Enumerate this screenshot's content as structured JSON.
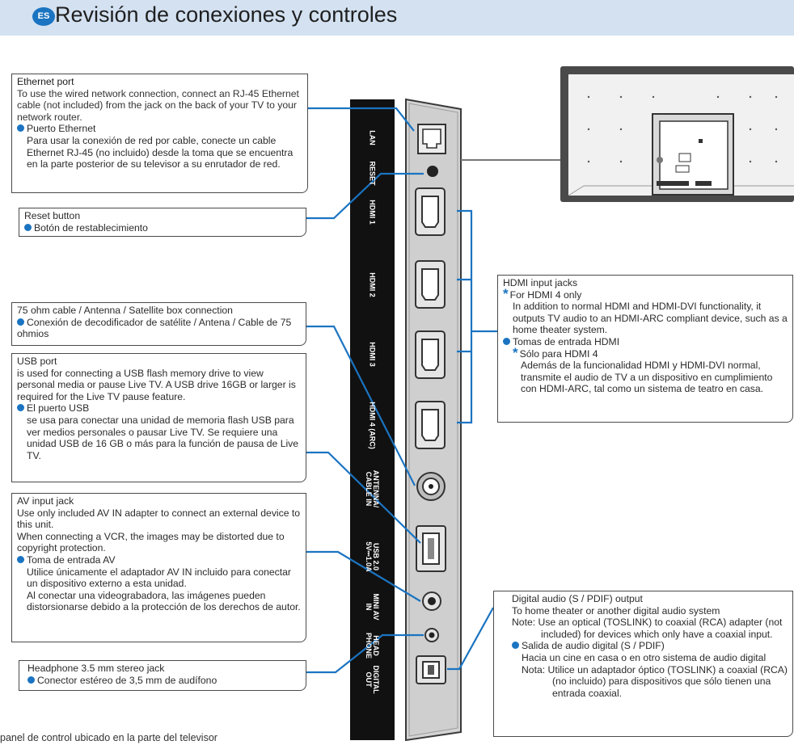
{
  "header": {
    "badge": "ES",
    "title": "Revisión de conexiones y controles"
  },
  "boxes": {
    "ethernet": {
      "head_en": "Ethernet port",
      "body_en": "To use the wired network connection, connect an RJ-45 Ethernet cable (not included) from the jack on the back of your TV to your network router.",
      "head_es": "Puerto Ethernet",
      "body_es": "Para usar la conexión de red por cable, conecte un cable Ethernet RJ-45 (no incluido) desde la toma que se encuentra en la parte posterior de su televisor a su enrutador de red."
    },
    "reset": {
      "head_en": "Reset button",
      "head_es": "Botón de restablecimiento"
    },
    "antenna": {
      "head_en": "75 ohm cable / Antenna / Satellite box connection",
      "head_es": "Conexión de decodificador de satélite / Antena / Cable de 75 ohmios"
    },
    "usb": {
      "head_en": "USB port",
      "body_en": "is used for connecting a USB flash memory drive to view personal media or pause Live TV. A USB drive 16GB or larger is required for the Live TV pause feature.",
      "head_es": "El puerto USB",
      "body_es": "se usa para conectar una unidad de memoria flash USB para ver medios personales o pausar Live TV. Se requiere una unidad USB de 16 GB o más para la función de pausa de Live TV."
    },
    "av": {
      "head_en": "AV input jack",
      "body_en_1": "Use only included AV IN adapter to connect an external device to this unit.",
      "body_en_2": "When connecting a VCR, the images may be distorted due to copyright protection.",
      "head_es": "Toma de entrada AV",
      "body_es_1": "Utilice únicamente el adaptador AV IN incluido para conectar un dispositivo externo a esta unidad.",
      "body_es_2": "Al conectar una videograbadora, las imágenes pueden distorsionarse debido a la protección de los derechos de autor."
    },
    "headphone": {
      "head_en": "Headphone 3.5 mm stereo jack",
      "head_es": "Conector estéreo de 3,5 mm de audífono"
    },
    "hdmi": {
      "head_en": "HDMI input jacks",
      "sub_en": "For HDMI 4 only",
      "body_en": "In addition to normal HDMI and HDMI-DVI functionality, it outputs TV audio to an HDMI-ARC compliant device, such as a home theater system.",
      "head_es": "Tomas de entrada HDMI",
      "sub_es": "Sólo para HDMI 4",
      "body_es": "Además de la funcionalidad HDMI y HDMI-DVI normal, transmite el audio de TV a un dispositivo en cumplimiento con HDMI-ARC, tal como un sistema de teatro en casa."
    },
    "digital": {
      "head_en": "Digital audio (S / PDIF) output",
      "body_en": "To home theater or another digital audio system",
      "note_lbl_en": "Note:",
      "note_en": "Use an optical (TOSLINK) to coaxial (RCA) adapter (not included) for devices which only have a coaxial input.",
      "head_es": "Salida de audio digital (S / PDIF)",
      "body_es": "Hacia un cine en casa o en otro sistema de audio digital",
      "note_lbl_es": "Nota:",
      "note_es": "Utilice un adaptador óptico (TOSLINK) a coaxial (RCA) (no incluido) para dispositivos que sólo tienen una entrada coaxial."
    }
  },
  "panel_labels": {
    "lan": "LAN",
    "reset": "RESET",
    "hdmi1": "HDMI 1",
    "hdmi2": "HDMI 2",
    "hdmi3": "HDMI 3",
    "hdmi4": "HDMI 4 (ARC)",
    "antenna": "ANTENNA/ CABLE IN",
    "usb": "USB 2.0 5V⎓1.0A",
    "av": "MINI AV IN",
    "head": "HEAD PHONE",
    "digital": "DIGITAL OUT"
  },
  "footer": {
    "text": "panel de control ubicado en la parte  del televisor"
  },
  "colors": {
    "accent": "#1b74c1",
    "header_bg": "#d3e1f1",
    "panel": "#111111"
  }
}
